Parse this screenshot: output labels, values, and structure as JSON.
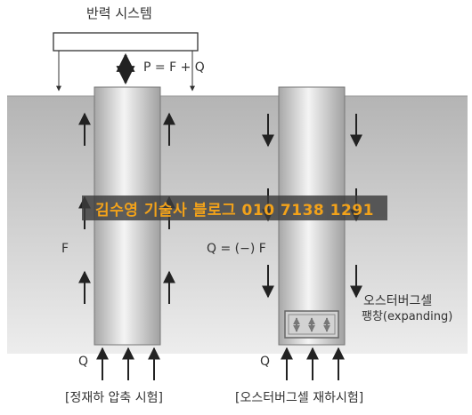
{
  "title": "반력 시스템",
  "load_equation": "P = F + Q",
  "left_pile": {
    "friction_label": "F",
    "base_label": "Q",
    "caption": "[정재하 압축 시험]"
  },
  "right_pile": {
    "friction_label": "Q = (−) F",
    "base_label": "Q",
    "cell_label_line1": "오스터버그셀",
    "cell_label_line2": "팽창(expanding)",
    "caption": "[오스터버그셀 재하시험]"
  },
  "watermark": "김수영 기술사 블로그 010 7138 1291"
}
